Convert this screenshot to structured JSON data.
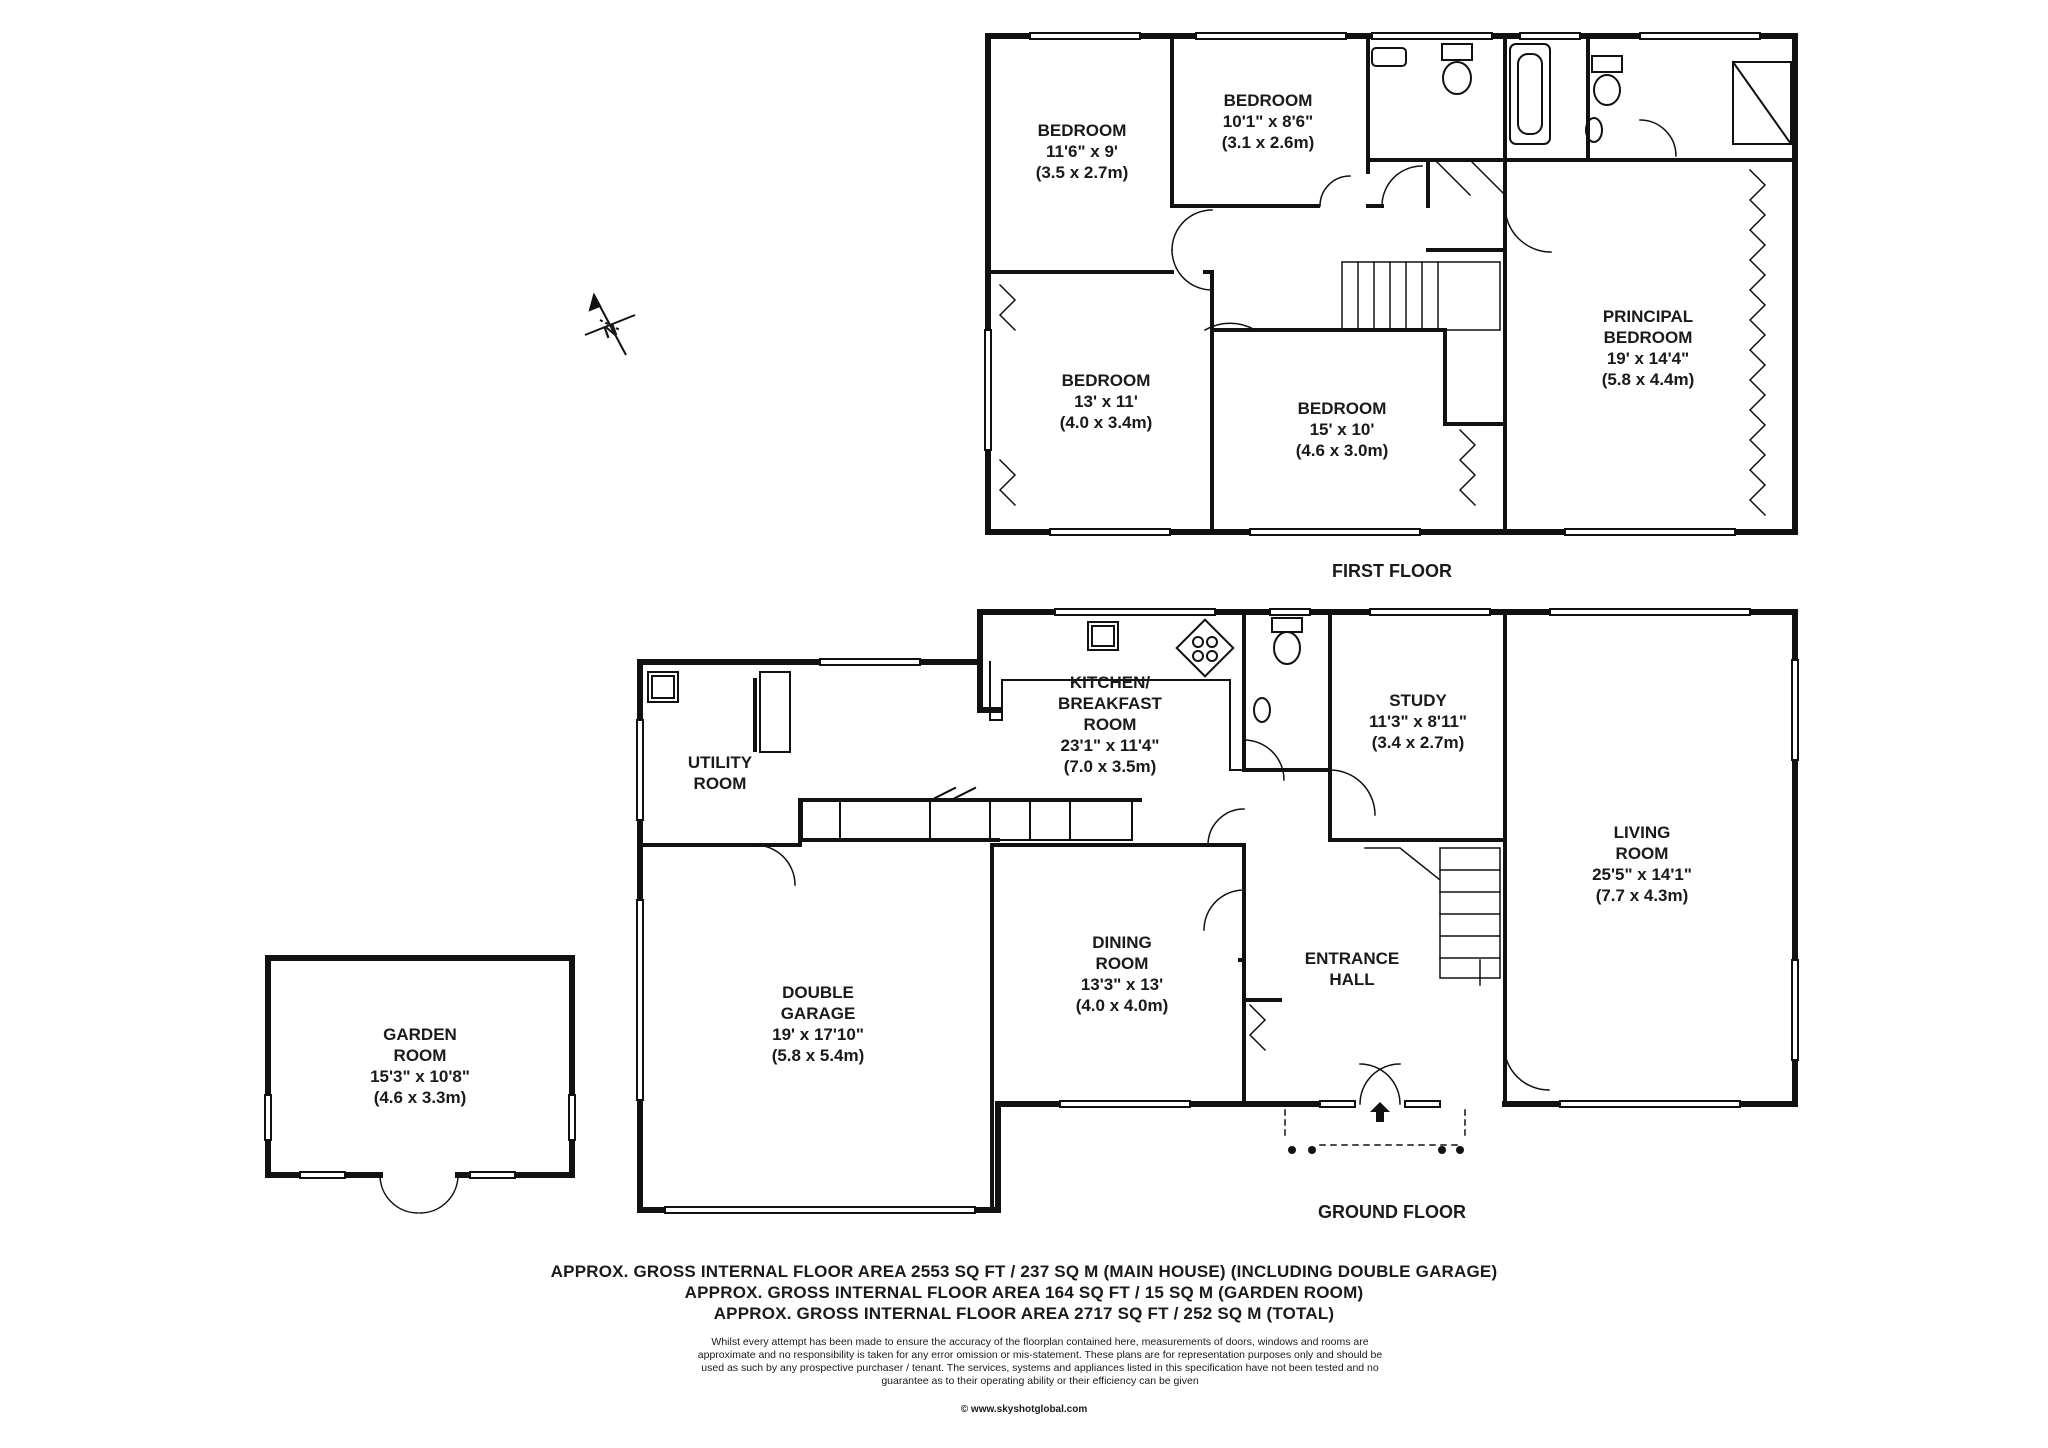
{
  "floors": {
    "first": "FIRST FLOOR",
    "ground": "GROUND FLOOR"
  },
  "rooms": {
    "bed1": {
      "name": "BEDROOM",
      "imp": "11'6\" x 9'",
      "met": "(3.5 x 2.7m)"
    },
    "bed2": {
      "name": "BEDROOM",
      "imp": "10'1\" x 8'6\"",
      "met": "(3.1 x 2.6m)"
    },
    "bed3": {
      "name": "BEDROOM",
      "imp": "13' x 11'",
      "met": "(4.0 x 3.4m)"
    },
    "bed4": {
      "name": "BEDROOM",
      "imp": "15' x 10'",
      "met": "(4.6 x 3.0m)"
    },
    "principal": {
      "name1": "PRINCIPAL",
      "name2": "BEDROOM",
      "imp": "19' x 14'4\"",
      "met": "(5.8 x 4.4m)"
    },
    "kitchen": {
      "name1": "KITCHEN/",
      "name2": "BREAKFAST",
      "name3": "ROOM",
      "imp": "23'1\" x 11'4\"",
      "met": "(7.0 x 3.5m)"
    },
    "utility": {
      "name1": "UTILITY",
      "name2": "ROOM"
    },
    "study": {
      "name": "STUDY",
      "imp": "11'3\" x 8'11\"",
      "met": "(3.4 x 2.7m)"
    },
    "living": {
      "name1": "LIVING",
      "name2": "ROOM",
      "imp": "25'5\" x 14'1\"",
      "met": "(7.7 x 4.3m)"
    },
    "dining": {
      "name1": "DINING",
      "name2": "ROOM",
      "imp": "13'3\" x 13'",
      "met": "(4.0 x 4.0m)"
    },
    "hall": {
      "name1": "ENTRANCE",
      "name2": "HALL"
    },
    "garage": {
      "name1": "DOUBLE",
      "name2": "GARAGE",
      "imp": "19' x 17'10\"",
      "met": "(5.8 x 5.4m)"
    },
    "garden": {
      "name1": "GARDEN",
      "name2": "ROOM",
      "imp": "15'3\" x 10'8\"",
      "met": "(4.6 x 3.3m)"
    }
  },
  "compass": {
    "letter": "N"
  },
  "areas": [
    "APPROX. GROSS INTERNAL FLOOR AREA 2553 SQ FT / 237 SQ M (MAIN HOUSE) (INCLUDING DOUBLE GARAGE)",
    "APPROX. GROSS INTERNAL FLOOR AREA 164 SQ FT / 15 SQ M (GARDEN ROOM)",
    "APPROX. GROSS INTERNAL FLOOR AREA 2717 SQ FT / 252 SQ M (TOTAL)"
  ],
  "disclaimer": "Whilst every attempt has been made to ensure the accuracy of the floorplan contained here, measurements of doors, windows and rooms are approximate and no responsibility is taken for any error omission or mis-statement. These plans are for representation purposes only and should be used as such by any prospective purchaser / tenant. The services, systems and appliances listed in this specification have not been tested and no guarantee as to their operating ability or their efficiency can be given",
  "website": "© www.skyshotglobal.com"
}
